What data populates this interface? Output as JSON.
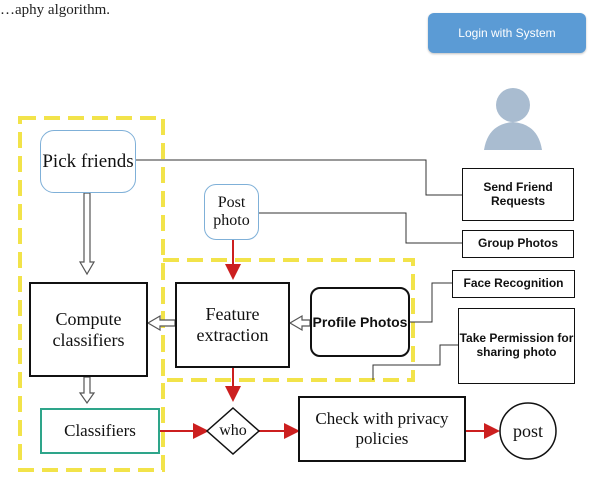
{
  "caption": "…aphy algorithm.",
  "login_button": "Login with System",
  "nodes": {
    "pick_friends": "Pick friends",
    "post_photo": "Post photo",
    "compute_classifiers": "Compute classifiers",
    "feature_extraction": "Feature extraction",
    "profile_photos": "Profile Photos",
    "classifiers": "Classifiers",
    "who": "who",
    "check_privacy": "Check with privacy policies",
    "post": "post"
  },
  "side_boxes": {
    "send_friend_requests": "Send Friend Requests",
    "group_photos": "Group Photos",
    "face_recognition": "Face Recognition",
    "take_permission": "Take Permission for sharing photo"
  },
  "colors": {
    "dashed_region": "#f2e34a",
    "flow_arrow": "#cc1f1f",
    "login_button": "#5b9bd5",
    "user_icon": "#a9bcd0"
  },
  "icons": [
    "user-silhouette-icon"
  ]
}
